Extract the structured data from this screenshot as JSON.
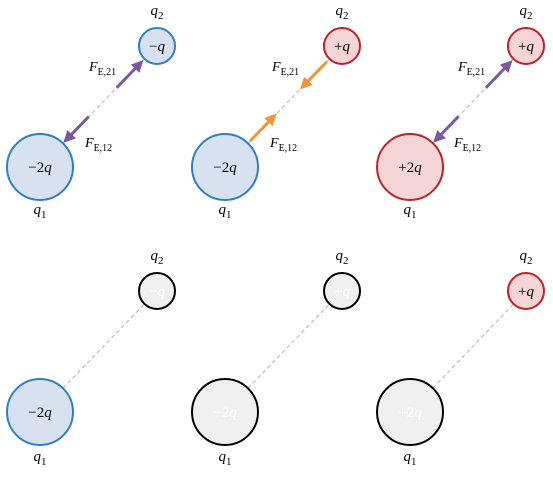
{
  "colors": {
    "blue_stroke": "#2f7fc1",
    "blue_fill": "#d7e1f0",
    "red_stroke": "#c0212a",
    "red_fill": "#f5d5d5",
    "gray_stroke": "#000000",
    "gray_fill": "#f0f0f0",
    "gray_text": "#ffffff",
    "purple_arrow": "#7a5a9e",
    "orange_arrow": "#f0963a",
    "dashed_line": "#bdbdbd"
  },
  "labels": {
    "q1_letter": "q",
    "q1_sub": "1",
    "q2_letter": "q",
    "q2_sub": "2",
    "force_letter": "F",
    "force_21_sub": "E,21",
    "force_12_sub": "E,12"
  },
  "panels": [
    {
      "q1": {
        "text": "−2q",
        "color": "blue"
      },
      "q2": {
        "text": "−q",
        "color": "blue"
      },
      "forces": {
        "type": "repulsive",
        "color": "purple",
        "show_labels": true
      }
    },
    {
      "q1": {
        "text": "−2q",
        "color": "blue"
      },
      "q2": {
        "text": "+q",
        "color": "red"
      },
      "forces": {
        "type": "attractive",
        "color": "orange",
        "show_labels": true
      }
    },
    {
      "q1": {
        "text": "+2q",
        "color": "red"
      },
      "q2": {
        "text": "+q",
        "color": "red"
      },
      "forces": {
        "type": "repulsive",
        "color": "purple",
        "show_labels": true
      }
    },
    {
      "q1": {
        "text": "−2q",
        "color": "blue"
      },
      "q2": {
        "text": "−q",
        "color": "gray"
      },
      "forces": null
    },
    {
      "q1": {
        "text": "−2q",
        "color": "gray"
      },
      "q2": {
        "text": "+q",
        "color": "gray"
      },
      "forces": null
    },
    {
      "q1": {
        "text": "+2q",
        "color": "gray"
      },
      "q2": {
        "text": "+q",
        "color": "red"
      },
      "forces": null
    }
  ]
}
